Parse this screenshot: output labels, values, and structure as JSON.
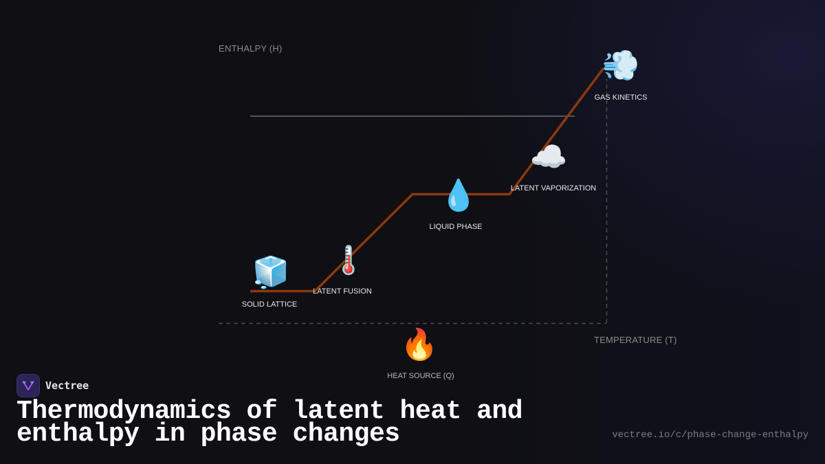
{
  "diagram": {
    "y_axis_label": "ENTHALPY (H)",
    "x_axis_label": "TEMPERATURE (T)",
    "curve_color": "#8b3a0e",
    "reference_line_color": "#555558",
    "axis_color": "#4a4a50",
    "nodes": [
      {
        "id": "solid",
        "label": "SOLID LATTICE",
        "icon": "ice-cube-icon",
        "glyph": "🧊"
      },
      {
        "id": "fusion",
        "label": "LATENT FUSION",
        "icon": "thermometer-icon",
        "glyph": "🌡️"
      },
      {
        "id": "liquid",
        "label": "LIQUID PHASE",
        "icon": "droplet-icon",
        "glyph": "💧"
      },
      {
        "id": "vaporization",
        "label": "LATENT VAPORIZATION",
        "icon": "cloud-icon",
        "glyph": "☁️"
      },
      {
        "id": "gas",
        "label": "GAS KINETICS",
        "icon": "dashing-away-icon",
        "glyph": "💨"
      },
      {
        "id": "heat",
        "label": "HEAT SOURCE (Q)",
        "icon": "fire-icon",
        "glyph": "🔥"
      }
    ]
  },
  "brand": {
    "name": "Vectree",
    "accent": "#a855f7"
  },
  "title": "Thermodynamics of latent heat and enthalpy in phase changes",
  "url": "vectree.io/c/phase-change-enthalpy"
}
